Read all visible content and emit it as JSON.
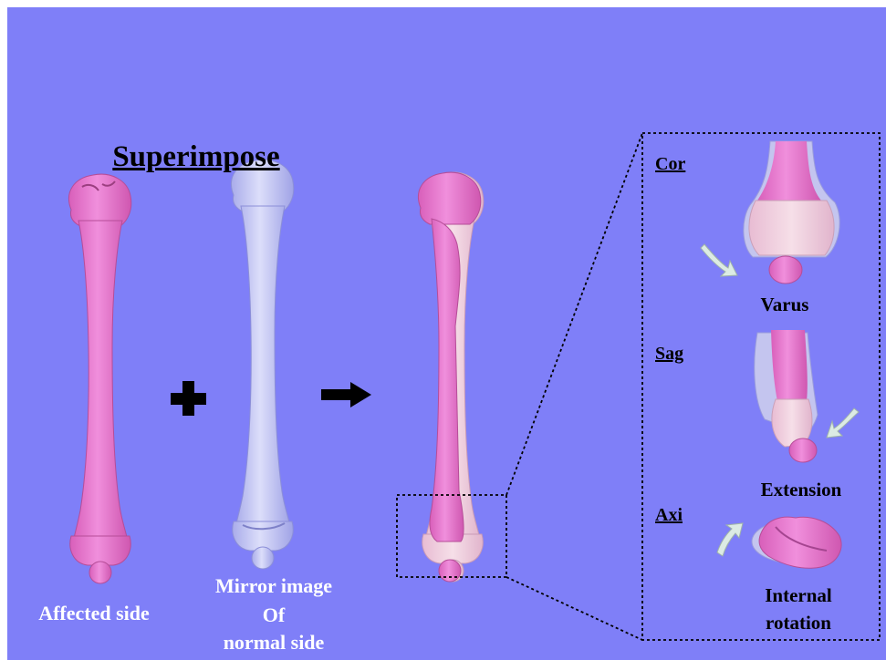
{
  "title": "Superimpose",
  "labels": {
    "affected": "Affected side",
    "mirror_line1": "Mirror image",
    "mirror_line2": "Of",
    "mirror_line3": "normal side"
  },
  "views": {
    "cor": {
      "tag": "Cor",
      "caption": "Varus"
    },
    "sag": {
      "tag": "Sag",
      "caption": "Extension"
    },
    "axi": {
      "tag": "Axi",
      "caption_line1": "Internal",
      "caption_line2": "rotation"
    }
  },
  "colors": {
    "background": "#7f7ff8",
    "affected_bone": "#ec7fd4",
    "mirror_bone": "#c6c8f6",
    "overlap": "#f0cfe0"
  },
  "symbols": {
    "plus": "plus-icon",
    "arrow": "right-arrow-icon",
    "rotation_arrows": "curved-arrow-icon"
  }
}
